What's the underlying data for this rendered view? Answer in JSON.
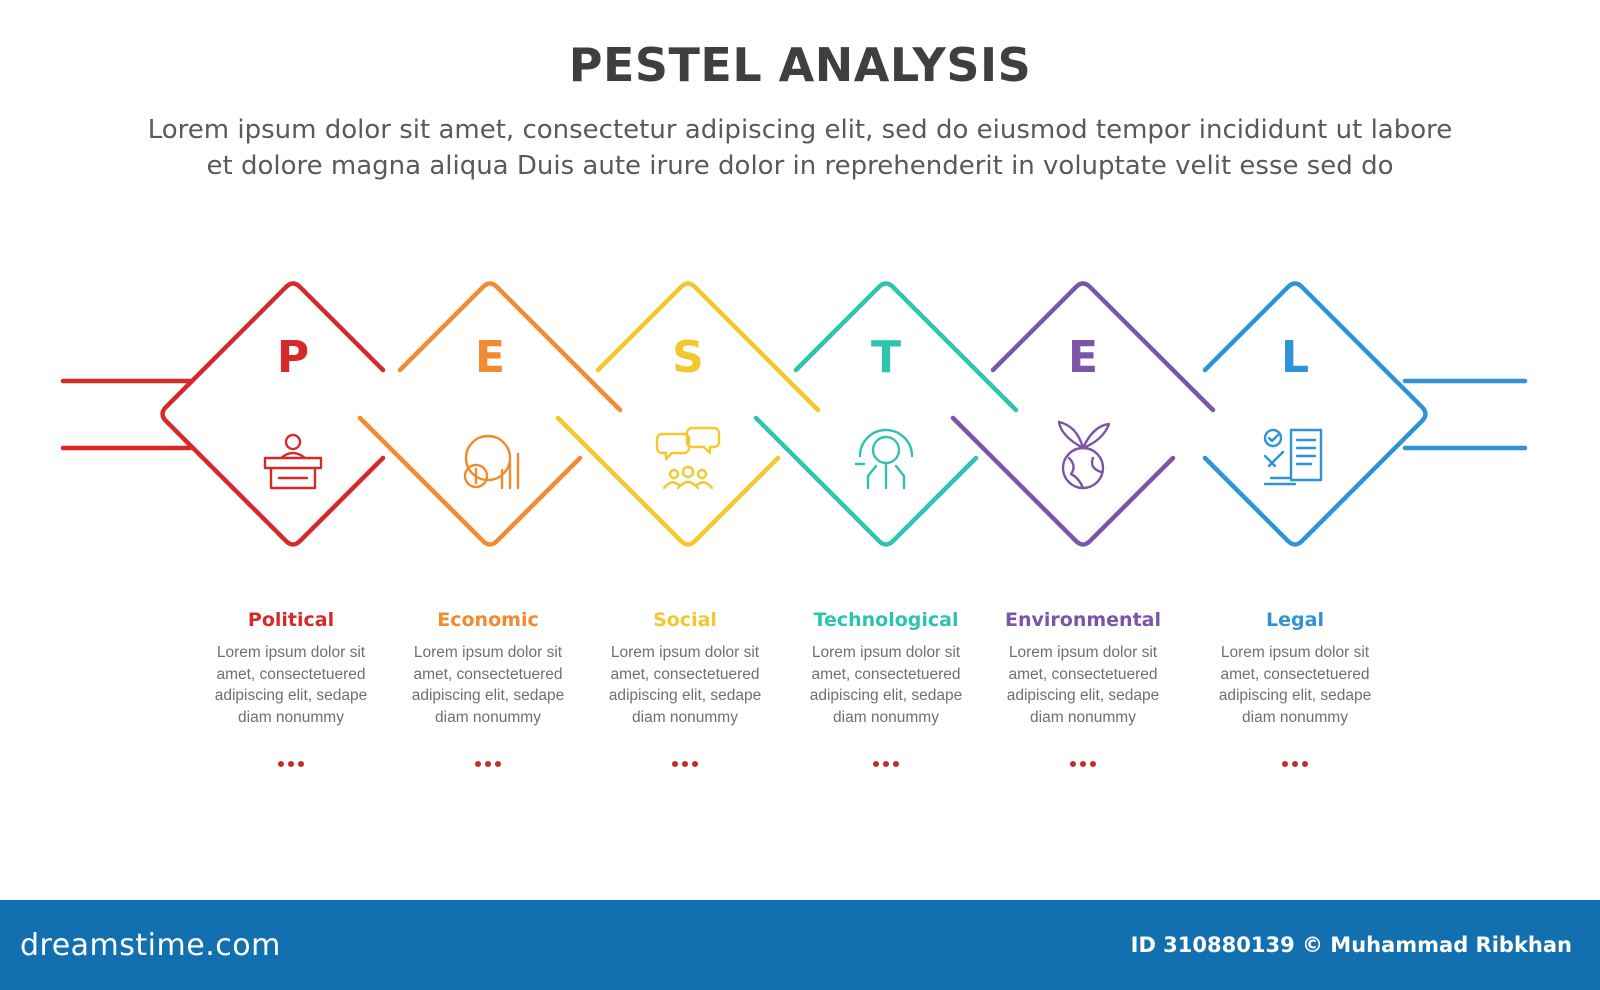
{
  "header": {
    "title": "PESTEL ANALYSIS",
    "subtitle_line1": "Lorem ipsum dolor sit amet, consectetur adipiscing elit, sed do eiusmod tempor incididunt ut labore",
    "subtitle_line2": "et dolore magna aliqua Duis aute irure dolor in reprehenderit in voluptate velit esse sed do"
  },
  "factors": [
    {
      "letter": "P",
      "name": "Political",
      "color": "#d62a2a",
      "icon": "podium-speaker-icon",
      "desc": [
        "Lorem ipsum dolor sit",
        "amet, consectetuered",
        "adipiscing elit, sedape",
        "diam nonummy"
      ],
      "more": "..."
    },
    {
      "letter": "E",
      "name": "Economic",
      "color": "#f28a30",
      "icon": "globe-money-chart-icon",
      "desc": [
        "Lorem ipsum dolor sit",
        "amet, consectetuered",
        "adipiscing elit, sedape",
        "diam nonummy"
      ],
      "more": "..."
    },
    {
      "letter": "S",
      "name": "Social",
      "color": "#f5c72e",
      "icon": "people-chat-icon",
      "desc": [
        "Lorem ipsum dolor sit",
        "amet, consectetuered",
        "adipiscing elit, sedape",
        "diam nonummy"
      ],
      "more": "..."
    },
    {
      "letter": "T",
      "name": "Technological",
      "color": "#2ec2b0",
      "icon": "gear-circuit-icon",
      "desc": [
        "Lorem ipsum dolor sit",
        "amet, consectetuered",
        "adipiscing elit, sedape",
        "diam nonummy"
      ],
      "more": "..."
    },
    {
      "letter": "E",
      "name": "Environmental",
      "color": "#7a55a8",
      "icon": "globe-leaf-icon",
      "desc": [
        "Lorem ipsum dolor sit",
        "amet, consectetuered",
        "adipiscing elit, sedape",
        "diam nonummy"
      ],
      "more": "..."
    },
    {
      "letter": "L",
      "name": "Legal",
      "color": "#2f93d6",
      "icon": "gavel-document-icon",
      "desc": [
        "Lorem ipsum dolor sit",
        "amet, consectetuered",
        "adipiscing elit, sedape",
        "diam nonummy"
      ],
      "more": "..."
    }
  ],
  "dots_color": "#c0302a",
  "footer": {
    "brand": "dreamstime.com",
    "credit": "ID 310880139 © Muhammad Ribkhan"
  }
}
